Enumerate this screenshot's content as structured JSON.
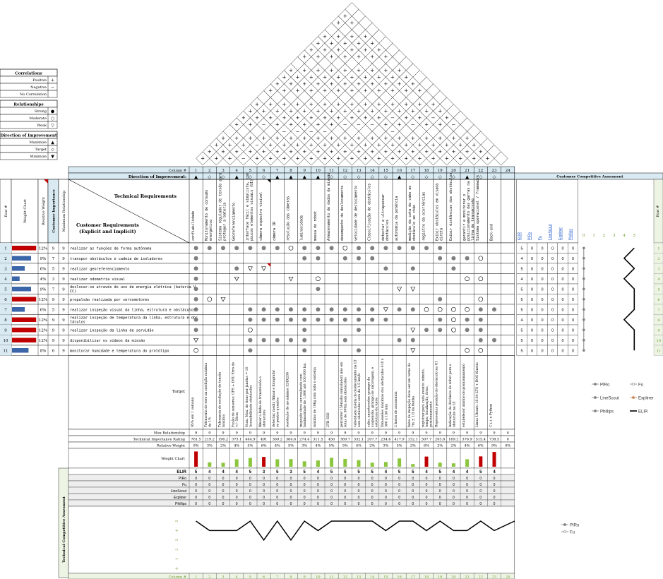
{
  "legend": {
    "correlations": {
      "title": "Correlations",
      "rows": [
        [
          "Positive",
          "+"
        ],
        [
          "Negative",
          "−"
        ],
        [
          "No Correlation",
          ""
        ]
      ]
    },
    "relationships": {
      "title": "Relationships",
      "rows": [
        [
          "Strong",
          "●"
        ],
        [
          "Moderate",
          "○"
        ],
        [
          "Weak",
          "▽"
        ]
      ]
    },
    "direction": {
      "title": "Direction of Improvement",
      "rows": [
        [
          "Maximize",
          "▲"
        ],
        [
          "Target",
          "◇"
        ],
        [
          "Minimize",
          "▼"
        ]
      ]
    }
  },
  "labels": {
    "column_hash": "Column #",
    "direction_of_improvement": "Direction of Improvement:",
    "technical_requirements": "Technical Requirements",
    "customer_requirements": "Customer Requirements",
    "customer_requirements_sub": "(Explicit and Implicit)",
    "row_hash": "Row #",
    "weight_chart": "Weight Chart",
    "relative_weight": "Relative Weight",
    "customer_importance": "Customer Importance",
    "maximum_relationship": "Maximum Relationship",
    "customer_competitive_assessment": "Customer Competitive Assesment",
    "technical_competitive_assessment": "Technical Competitive Assesment",
    "target": "Target",
    "max_relationship": "Max Relationship",
    "technical_importance_rating": "Technical Importance Rating",
    "relative_weight_bottom": "Relative Weight",
    "weight_chart_bottom": "Weight Chart"
  },
  "columns": [
    1,
    2,
    3,
    4,
    5,
    6,
    7,
    8,
    9,
    10,
    11,
    12,
    13,
    14,
    15,
    16,
    17,
    18,
    19,
    20,
    21,
    22,
    23,
    24
  ],
  "directions": [
    "▲",
    "◇",
    "◇",
    "▲",
    "◇",
    "◇",
    "▲",
    "▲",
    "▲",
    "▲",
    "◇",
    "◇",
    "◇",
    "◇",
    "◇",
    "▲",
    "◇",
    "◇",
    "◇",
    "◇",
    "▲",
    "◇",
    "◇",
    ""
  ],
  "tech_requirements": [
    "confiabilidade",
    "Monitoramento de consumo energético",
    "Sistema regulador de tensão para proteger a bateria",
    "Georeferenciamento",
    "interface fácil e simplista, com poucos elementos visuais (UI)",
    "câmera espectro  visível",
    "câmera IR",
    "resolução das câmeras",
    "luminosidade",
    "massa do robot",
    "Armazenamento de dados da missão",
    "desempenho do deslocamento",
    "velocidade de deslocamento",
    "Classificação de obstáculos",
    "detectar e ultrapassar obstáculos",
    "autonomia da potência",
    "medição da cota do cabo ao obstáculo ao chão",
    "registro da ocorrências",
    "Exibir obstáculos em visada direta",
    "Exibir distâncias dos obstáculos",
    "garantir e monitorar o posicionamento das garras na linha de transmissão",
    "Sistema operacional / framework",
    "Back-end",
    ""
  ],
  "customer_requirements": [
    {
      "row": 1,
      "text": "realizar as funções de forma autônoma",
      "weight": "12%",
      "importance": 9,
      "max_rel": 9,
      "color": "#c00000",
      "bar": 0.95
    },
    {
      "row": 2,
      "text": "transpor obstáculos e cadeia de isoladores",
      "weight": "9%",
      "importance": 7,
      "max_rel": 9,
      "color": "#3a65a8",
      "bar": 0.75
    },
    {
      "row": 3,
      "text": "realizar georeferenciamento",
      "weight": "6%",
      "importance": 5,
      "max_rel": 9,
      "color": "#3a65a8",
      "bar": 0.5
    },
    {
      "row": 4,
      "text": "realizar odometria visual",
      "weight": "4%",
      "importance": 3,
      "max_rel": 9,
      "color": "#3a65a8",
      "bar": 0.3
    },
    {
      "row": 5,
      "text": "deslocar-se através do  uso de energia elétrica (bateria VCC)",
      "weight": "9%",
      "importance": 7,
      "max_rel": 9,
      "color": "#3a65a8",
      "bar": 0.75
    },
    {
      "row": 6,
      "text": "propulsão realizada por servomotores",
      "weight": "12%",
      "importance": 9,
      "max_rel": 9,
      "color": "#c00000",
      "bar": 0.95
    },
    {
      "row": 7,
      "text": "realizar inspeção visual da linha, estrutura e obstáculos",
      "weight": "6%",
      "importance": 5,
      "max_rel": 9,
      "color": "#3a65a8",
      "bar": 0.5
    },
    {
      "row": 8,
      "text": "realizar inspeção de temperatura da linha, estrutura e obstáculos",
      "weight": "12%",
      "importance": 9,
      "max_rel": 9,
      "color": "#c00000",
      "bar": 0.95
    },
    {
      "row": 9,
      "text": "realizar inspeção da linha de servidão",
      "weight": "12%",
      "importance": 9,
      "max_rel": 9,
      "color": "#c00000",
      "bar": 0.95
    },
    {
      "row": 10,
      "text": "disponibilizar os vídeos da missão",
      "weight": "12%",
      "importance": 9,
      "max_rel": 9,
      "color": "#c00000",
      "bar": 0.95
    },
    {
      "row": 11,
      "text": "monitorar humidade e temperatura do protótipo",
      "weight": "8%",
      "importance": 6,
      "max_rel": 9,
      "color": "#3a65a8",
      "bar": 0.65
    }
  ],
  "matrix": [
    "SSSSSSSMSSSMSSSSSSS     ",
    "S       SS SSS    SSSM  ",
    "S  SWW        S S  S    ",
    "S  W   W M          MM  ",
    "S        S     WW       ",
    "SMW               S  M  ",
    "S   SSSSSSSSSSWSSMMMMSS ",
    "S   SSSSSSSSSSS   SMSS  ",
    "S   M   S   S   WSSMSS  ",
    "W   SSSSS  S   SS    SS ",
    "M   S   S   S   W   MM  "
  ],
  "roof_negative": [
    [
      3,
      4
    ],
    [
      3,
      6
    ],
    [
      5,
      10
    ],
    [
      4,
      9
    ],
    [
      7,
      12
    ],
    [
      2,
      8
    ],
    [
      6,
      11
    ],
    [
      8,
      14
    ],
    [
      9,
      15
    ],
    [
      10,
      16
    ],
    [
      12,
      17
    ],
    [
      13,
      19
    ],
    [
      14,
      21
    ],
    [
      16,
      22
    ],
    [
      11,
      18
    ]
  ],
  "customer_comp_headers": [
    "ELIR",
    "PIRo",
    "Fu",
    "LineScout",
    "Expliner",
    "Phillips"
  ],
  "customer_comp_values": [
    [
      5,
      0,
      0,
      0,
      0,
      0
    ],
    [
      4,
      0,
      0,
      0,
      0,
      0
    ],
    [
      5,
      0,
      0,
      0,
      0,
      0
    ],
    [
      4,
      0,
      0,
      0,
      0,
      0
    ],
    [
      5,
      0,
      0,
      0,
      0,
      0
    ],
    [
      5,
      0,
      0,
      0,
      0,
      0
    ],
    [
      5,
      0,
      0,
      0,
      0,
      0
    ],
    [
      4,
      0,
      0,
      0,
      0,
      0
    ],
    [
      5,
      0,
      0,
      0,
      0,
      0
    ],
    [
      5,
      0,
      0,
      0,
      0,
      0
    ],
    [
      5,
      0,
      0,
      0,
      0,
      0
    ]
  ],
  "comp_scale": [
    "0",
    "1",
    "2",
    "3",
    "4",
    "5"
  ],
  "targets": [
    "95% em 1 semana",
    "Telemetria de erro na medição máxima de 1%",
    "Tolerancia de oscilação de tensão máxima",
    "Fusão de sensores: GPS + IMU Erro de +/- 50cm",
    "Num. Max. de itens por janelas = 10 Acessibilidade obstáculos",
    "filmar a linha de transmissão e obstáculos",
    "detectar, medir, filmar e fotografar os pontos quentes",
    "resolução de no mínimo 324X256",
    "inspeção deve ser realizada com luminosidade de 1.000 até 100.000 lux",
    "máximo de 10kg com todo o sistema",
    "2TB SSD",
    "percorrer 150m/dia (simulador) não em rotas de 500m sem obstáculos",
    "velocidade média de deslocamento na LT sem obstáculos será de 1.5 km/h",
    "cabo, amortecedor, grampo de suspensão, grampo de ancoragem, e estrutura da torre",
    "Dimensões máximas dos obstáculos 410 x 300 x 150 mm",
    "2 horas de autonomia",
    "faixa de inspeção deve ser em torno de 7m ± 1/3 da flecha",
    "registrar para cada evento: minuto, tempo, localização, fotos, posicionamento",
    "Representar posição do obstáculo na UI",
    "Indicação de distância do robot para o obstáculo na UI",
    "estabelecer alarme de posicionamento",
    "Linux Ubuntu 18.04 LTS + ROS Kinetic",
    "C++ e Python",
    ""
  ],
  "max_relationship": [
    9,
    9,
    9,
    9,
    9,
    9,
    9,
    9,
    9,
    9,
    9,
    9,
    9,
    9,
    9,
    9,
    9,
    9,
    9,
    9,
    9,
    9,
    9,
    0
  ],
  "technical_importance": [
    "761.5",
    "219.2",
    "196.2",
    "373.1",
    "444.9",
    "491",
    "369.2",
    "384.6",
    "274.4",
    "311.5",
    "450",
    "389.7",
    "332.1",
    "207.7",
    "234.6",
    "417.9",
    "132.1",
    "507.7",
    "203.8",
    "169.2",
    "376.9",
    "515.4",
    "738.5",
    "0"
  ],
  "relative_weight": [
    "9%",
    "3%",
    "2%",
    "4%",
    "5%",
    "6%",
    "4%",
    "5%",
    "3%",
    "4%",
    "5%",
    "5%",
    "4%",
    "2%",
    "3%",
    "5%",
    "2%",
    "6%",
    "2%",
    "2%",
    "4%",
    "6%",
    "9%",
    "0%"
  ],
  "tech_weight_frac": [
    0.9,
    0.26,
    0.23,
    0.44,
    0.52,
    0.58,
    0.44,
    0.45,
    0.32,
    0.37,
    0.53,
    0.46,
    0.39,
    0.24,
    0.28,
    0.49,
    0.16,
    0.6,
    0.24,
    0.2,
    0.44,
    0.61,
    0.87,
    0
  ],
  "tech_weight_color": [
    "#c00000",
    "#8cc63f",
    "#8cc63f",
    "#8cc63f",
    "#8cc63f",
    "#c00000",
    "#8cc63f",
    "#8cc63f",
    "#8cc63f",
    "#8cc63f",
    "#8cc63f",
    "#8cc63f",
    "#8cc63f",
    "#8cc63f",
    "#8cc63f",
    "#8cc63f",
    "#8cc63f",
    "#c00000",
    "#8cc63f",
    "#8cc63f",
    "#8cc63f",
    "#c00000",
    "#c00000",
    "#8cc63f"
  ],
  "tech_comp_rows": [
    {
      "name": "ELIR",
      "values": [
        5,
        4,
        4,
        4,
        5,
        3,
        5,
        3,
        5,
        4,
        5,
        5,
        5,
        5,
        4,
        5,
        5,
        4,
        5,
        4,
        4,
        5,
        4,
        ""
      ]
    },
    {
      "name": "PIRo",
      "values": [
        0,
        0,
        0,
        0,
        0,
        0,
        0,
        0,
        0,
        0,
        0,
        0,
        0,
        0,
        0,
        0,
        0,
        0,
        0,
        0,
        0,
        0,
        0,
        ""
      ]
    },
    {
      "name": "Fu",
      "values": [
        0,
        0,
        0,
        0,
        0,
        0,
        0,
        0,
        0,
        0,
        0,
        0,
        0,
        0,
        0,
        0,
        0,
        0,
        0,
        0,
        0,
        0,
        0,
        ""
      ]
    },
    {
      "name": "LineScout",
      "values": [
        0,
        0,
        0,
        0,
        0,
        0,
        0,
        0,
        0,
        0,
        0,
        0,
        0,
        0,
        0,
        0,
        0,
        0,
        0,
        0,
        0,
        0,
        0,
        ""
      ]
    },
    {
      "name": "Expliner",
      "values": [
        0,
        0,
        0,
        0,
        0,
        0,
        0,
        0,
        0,
        0,
        0,
        0,
        0,
        0,
        0,
        0,
        0,
        0,
        0,
        0,
        0,
        0,
        0,
        ""
      ]
    },
    {
      "name": "Phillips",
      "values": [
        0,
        0,
        0,
        0,
        0,
        0,
        0,
        0,
        0,
        0,
        0,
        0,
        0,
        0,
        0,
        0,
        0,
        0,
        0,
        0,
        0,
        0,
        0,
        ""
      ]
    }
  ],
  "legend_right": [
    "PIRo",
    "Fu",
    "LineScout",
    "Expliner",
    "Phillips",
    "ELIR"
  ],
  "legend_right_colors": [
    "#808080",
    "#808080",
    "#808080",
    "#c8855b",
    "#808080",
    "#000000"
  ],
  "legend_bottom": [
    "PIRo",
    "Fu"
  ]
}
